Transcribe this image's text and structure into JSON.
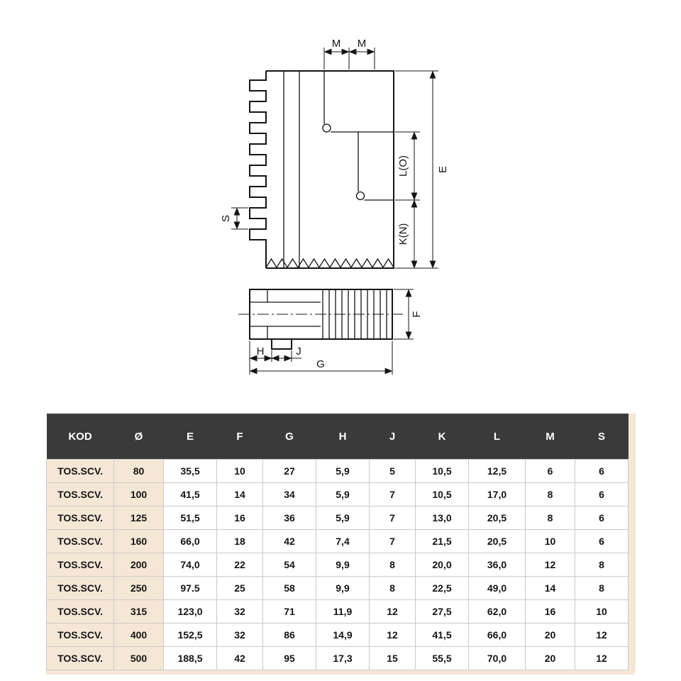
{
  "drawing": {
    "side_view": {
      "m1": "M",
      "m2": "M",
      "e": "E",
      "lo": "L(O)",
      "kn": "K(N)",
      "s": "S"
    },
    "plan_view": {
      "h": "H",
      "j": "J",
      "g": "G",
      "f": "F"
    }
  },
  "table": {
    "headers": [
      "KOD",
      "Ø",
      "E",
      "F",
      "G",
      "H",
      "J",
      "K",
      "L",
      "M",
      "S"
    ],
    "rows": [
      [
        "TOS.SCV.",
        "80",
        "35,5",
        "10",
        "27",
        "5,9",
        "5",
        "10,5",
        "12,5",
        "6",
        "6"
      ],
      [
        "TOS.SCV.",
        "100",
        "41,5",
        "14",
        "34",
        "5,9",
        "7",
        "10,5",
        "17,0",
        "8",
        "6"
      ],
      [
        "TOS.SCV.",
        "125",
        "51,5",
        "16",
        "36",
        "5,9",
        "7",
        "13,0",
        "20,5",
        "8",
        "6"
      ],
      [
        "TOS.SCV.",
        "160",
        "66,0",
        "18",
        "42",
        "7,4",
        "7",
        "21,5",
        "20,5",
        "10",
        "6"
      ],
      [
        "TOS.SCV.",
        "200",
        "74,0",
        "22",
        "54",
        "9,9",
        "8",
        "20,0",
        "36,0",
        "12",
        "8"
      ],
      [
        "TOS.SCV.",
        "250",
        "97.5",
        "25",
        "58",
        "9,9",
        "8",
        "22,5",
        "49,0",
        "14",
        "8"
      ],
      [
        "TOS.SCV.",
        "315",
        "123,0",
        "32",
        "71",
        "11,9",
        "12",
        "27,5",
        "62,0",
        "16",
        "10"
      ],
      [
        "TOS.SCV.",
        "400",
        "152,5",
        "32",
        "86",
        "14,9",
        "12",
        "41,5",
        "66,0",
        "20",
        "12"
      ],
      [
        "TOS.SCV.",
        "500",
        "188,5",
        "42",
        "95",
        "17,3",
        "15",
        "55,5",
        "70,0",
        "20",
        "12"
      ]
    ]
  },
  "colors": {
    "header_bg": "#3a3a3a",
    "header_text": "#ffffff",
    "accent_beige": "#f5e7d6",
    "grid": "#c9c9c9",
    "ink": "#141414"
  }
}
